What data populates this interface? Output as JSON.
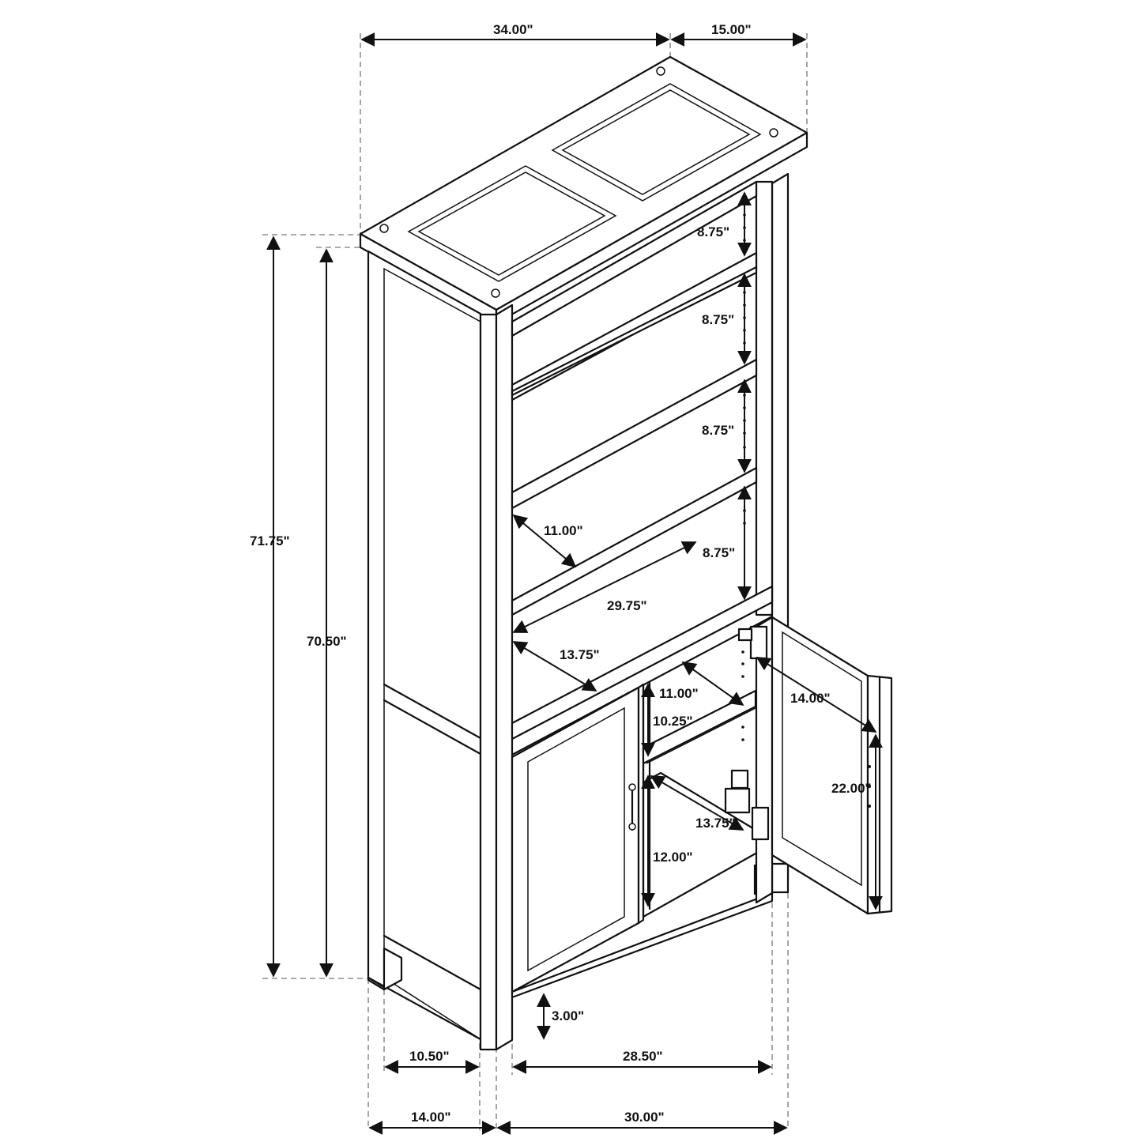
{
  "dimensions": {
    "overall_width": "34.00\"",
    "overall_depth": "15.00\"",
    "overall_height": "71.75\"",
    "side_height": "70.50\"",
    "shelf_spacing_1": "8.75\"",
    "shelf_spacing_2": "8.75\"",
    "shelf_spacing_3": "8.75\"",
    "shelf_spacing_4": "8.75\"",
    "shelf_depth_upper": "11.00\"",
    "shelf_width_inner": "29.75\"",
    "bay_depth": "13.75\"",
    "cabinet_shelf_depth": "11.00\"",
    "cabinet_upper_height": "10.25\"",
    "cabinet_inner_depth": "13.75\"",
    "cabinet_lower_height": "12.00\"",
    "door_width": "14.00\"",
    "door_height": "22.00\"",
    "leg_height": "3.00\"",
    "side_inner_depth": "10.50\"",
    "inner_width": "28.50\"",
    "side_depth": "14.00\"",
    "front_width": "30.00\""
  }
}
